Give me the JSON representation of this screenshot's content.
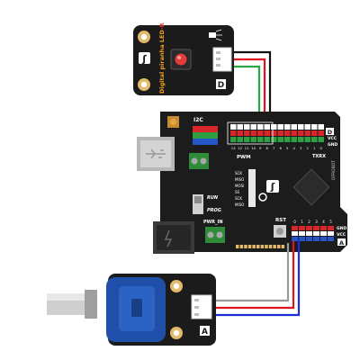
{
  "led_module": {
    "label": "Digital piranha LED",
    "suffix": "-R",
    "signal_label": "D"
  },
  "board": {
    "i2c_label": "I2C",
    "pwm_label": "PWM",
    "run_label": "RUN",
    "prog_label": "PROG",
    "pwr_in_label": "PWR_IN",
    "rst_label": "RST",
    "txrx_label": "TXRX",
    "gnd_label": "GND",
    "vcc_label": "VCC",
    "d_label": "D",
    "a_label": "A",
    "digital_pin_labels": [
      "13",
      "12",
      "11",
      "10",
      "9",
      "8",
      "7",
      "6",
      "5",
      "4",
      "3",
      "2",
      "1",
      "0"
    ],
    "analog_pin_labels": [
      "0",
      "1",
      "2",
      "3",
      "4",
      "5"
    ],
    "spi_labels": [
      "SCK",
      "MISO",
      "MOSI",
      "SS",
      "SCK",
      "MISO"
    ],
    "vendor_text": "DFROBOT"
  },
  "pot_module": {
    "signal_label": "A"
  },
  "colors": {
    "board": "#1c1c1c",
    "header_red": "#d8262b",
    "header_green": "#2ea043",
    "header_blue": "#2456c8",
    "wire_black": "#111111",
    "wire_red": "#e0151b",
    "wire_green": "#27a844",
    "wire_blue": "#1a2fd6",
    "wire_gray": "#9a9a9a",
    "pot_body": "#1f4fa8",
    "gold_pad": "#e3b96a"
  }
}
